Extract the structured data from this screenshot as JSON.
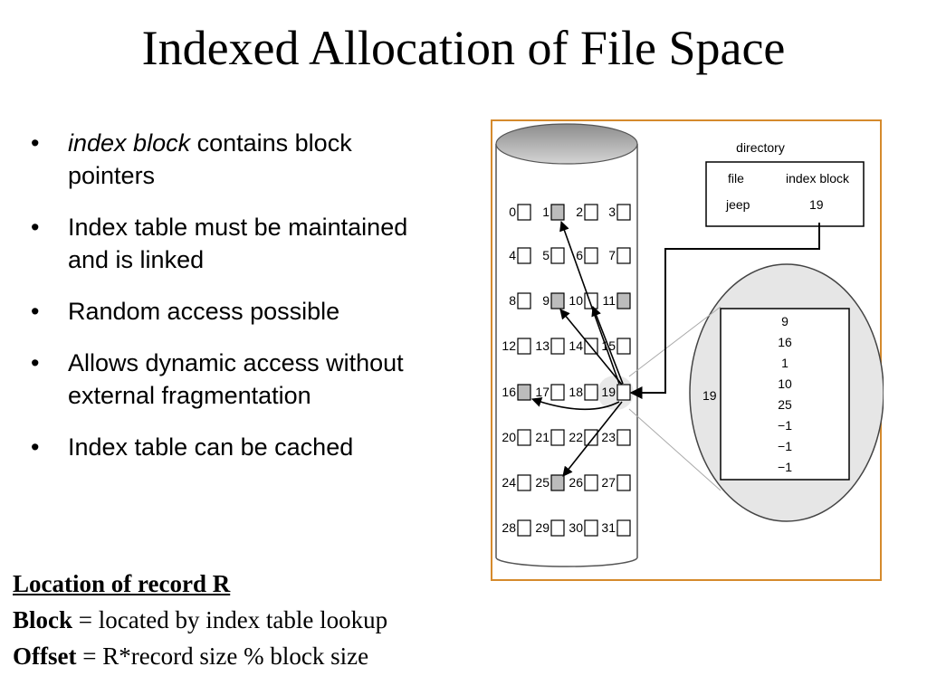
{
  "title": "Indexed Allocation of File Space",
  "bullets": [
    {
      "em": "index block",
      "text": " contains block pointers"
    },
    {
      "em": "",
      "text": "Index table must be maintained and is linked"
    },
    {
      "em": "",
      "text": "Random access possible"
    },
    {
      "em": "",
      "text": "Allows dynamic access without external fragmentation"
    },
    {
      "em": "",
      "text": "Index table can be cached"
    }
  ],
  "record": {
    "heading": "Location of record R",
    "block_label": "Block",
    "block_text": " = located by index table lookup",
    "offset_label": "Offset",
    "offset_text": " = R*record size % block size"
  },
  "figure": {
    "directory": {
      "title": "directory",
      "headers": [
        "file",
        "index block"
      ],
      "row": [
        "jeep",
        "19"
      ]
    },
    "disk_blocks": [
      "0",
      "1",
      "2",
      "3",
      "4",
      "5",
      "6",
      "7",
      "8",
      "9",
      "10",
      "11",
      "12",
      "13",
      "14",
      "15",
      "16",
      "17",
      "18",
      "19",
      "20",
      "21",
      "22",
      "23",
      "24",
      "25",
      "26",
      "27",
      "28",
      "29",
      "30",
      "31"
    ],
    "used_blocks": [
      1,
      9,
      11,
      16,
      25
    ],
    "index_block_number": "19",
    "index_table": [
      "9",
      "16",
      "1",
      "10",
      "25",
      "−1",
      "−1",
      "−1"
    ]
  },
  "colors": {
    "figure_border": "#d58a2c",
    "used_block": "#bcbcbc",
    "lens_fill": "#e6e6e6"
  }
}
